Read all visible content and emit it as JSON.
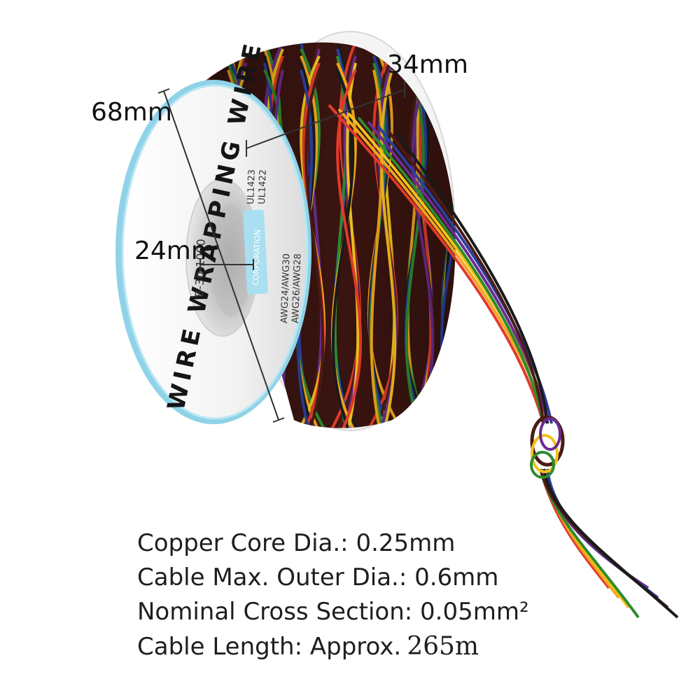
{
  "image": {
    "subject": "multicolour wire wrapping wire spool",
    "spool_label": {
      "brand_arc": "WIRE WRAPPING WIRE",
      "line1": "B-30-1000",
      "line2": "UL1423",
      "line3": "UL1422",
      "line4": "AWG24/AWG30",
      "line5": "AWG26/AWG28",
      "line6": "CORPORATION"
    },
    "wire_colors": [
      "#e23b2a",
      "#f2a51b",
      "#f1c21b",
      "#2e8b2f",
      "#6a2c91",
      "#2b3f9e",
      "#4a1c14",
      "#1a1a1a"
    ],
    "spool_color": "#ffffff",
    "spool_rim_color": "#8fd3e8"
  },
  "dimensions": {
    "width": "34mm",
    "outer": "68mm",
    "inner": "24mm"
  },
  "specs": {
    "core": "Copper Core Dia.: 0.25mm",
    "outer": "Cable Max. Outer Dia.: 0.6mm",
    "cross": "Nominal Cross Section: 0.05mm²",
    "length_label": "Cable Length: Approx.",
    "length_value": "265m"
  }
}
